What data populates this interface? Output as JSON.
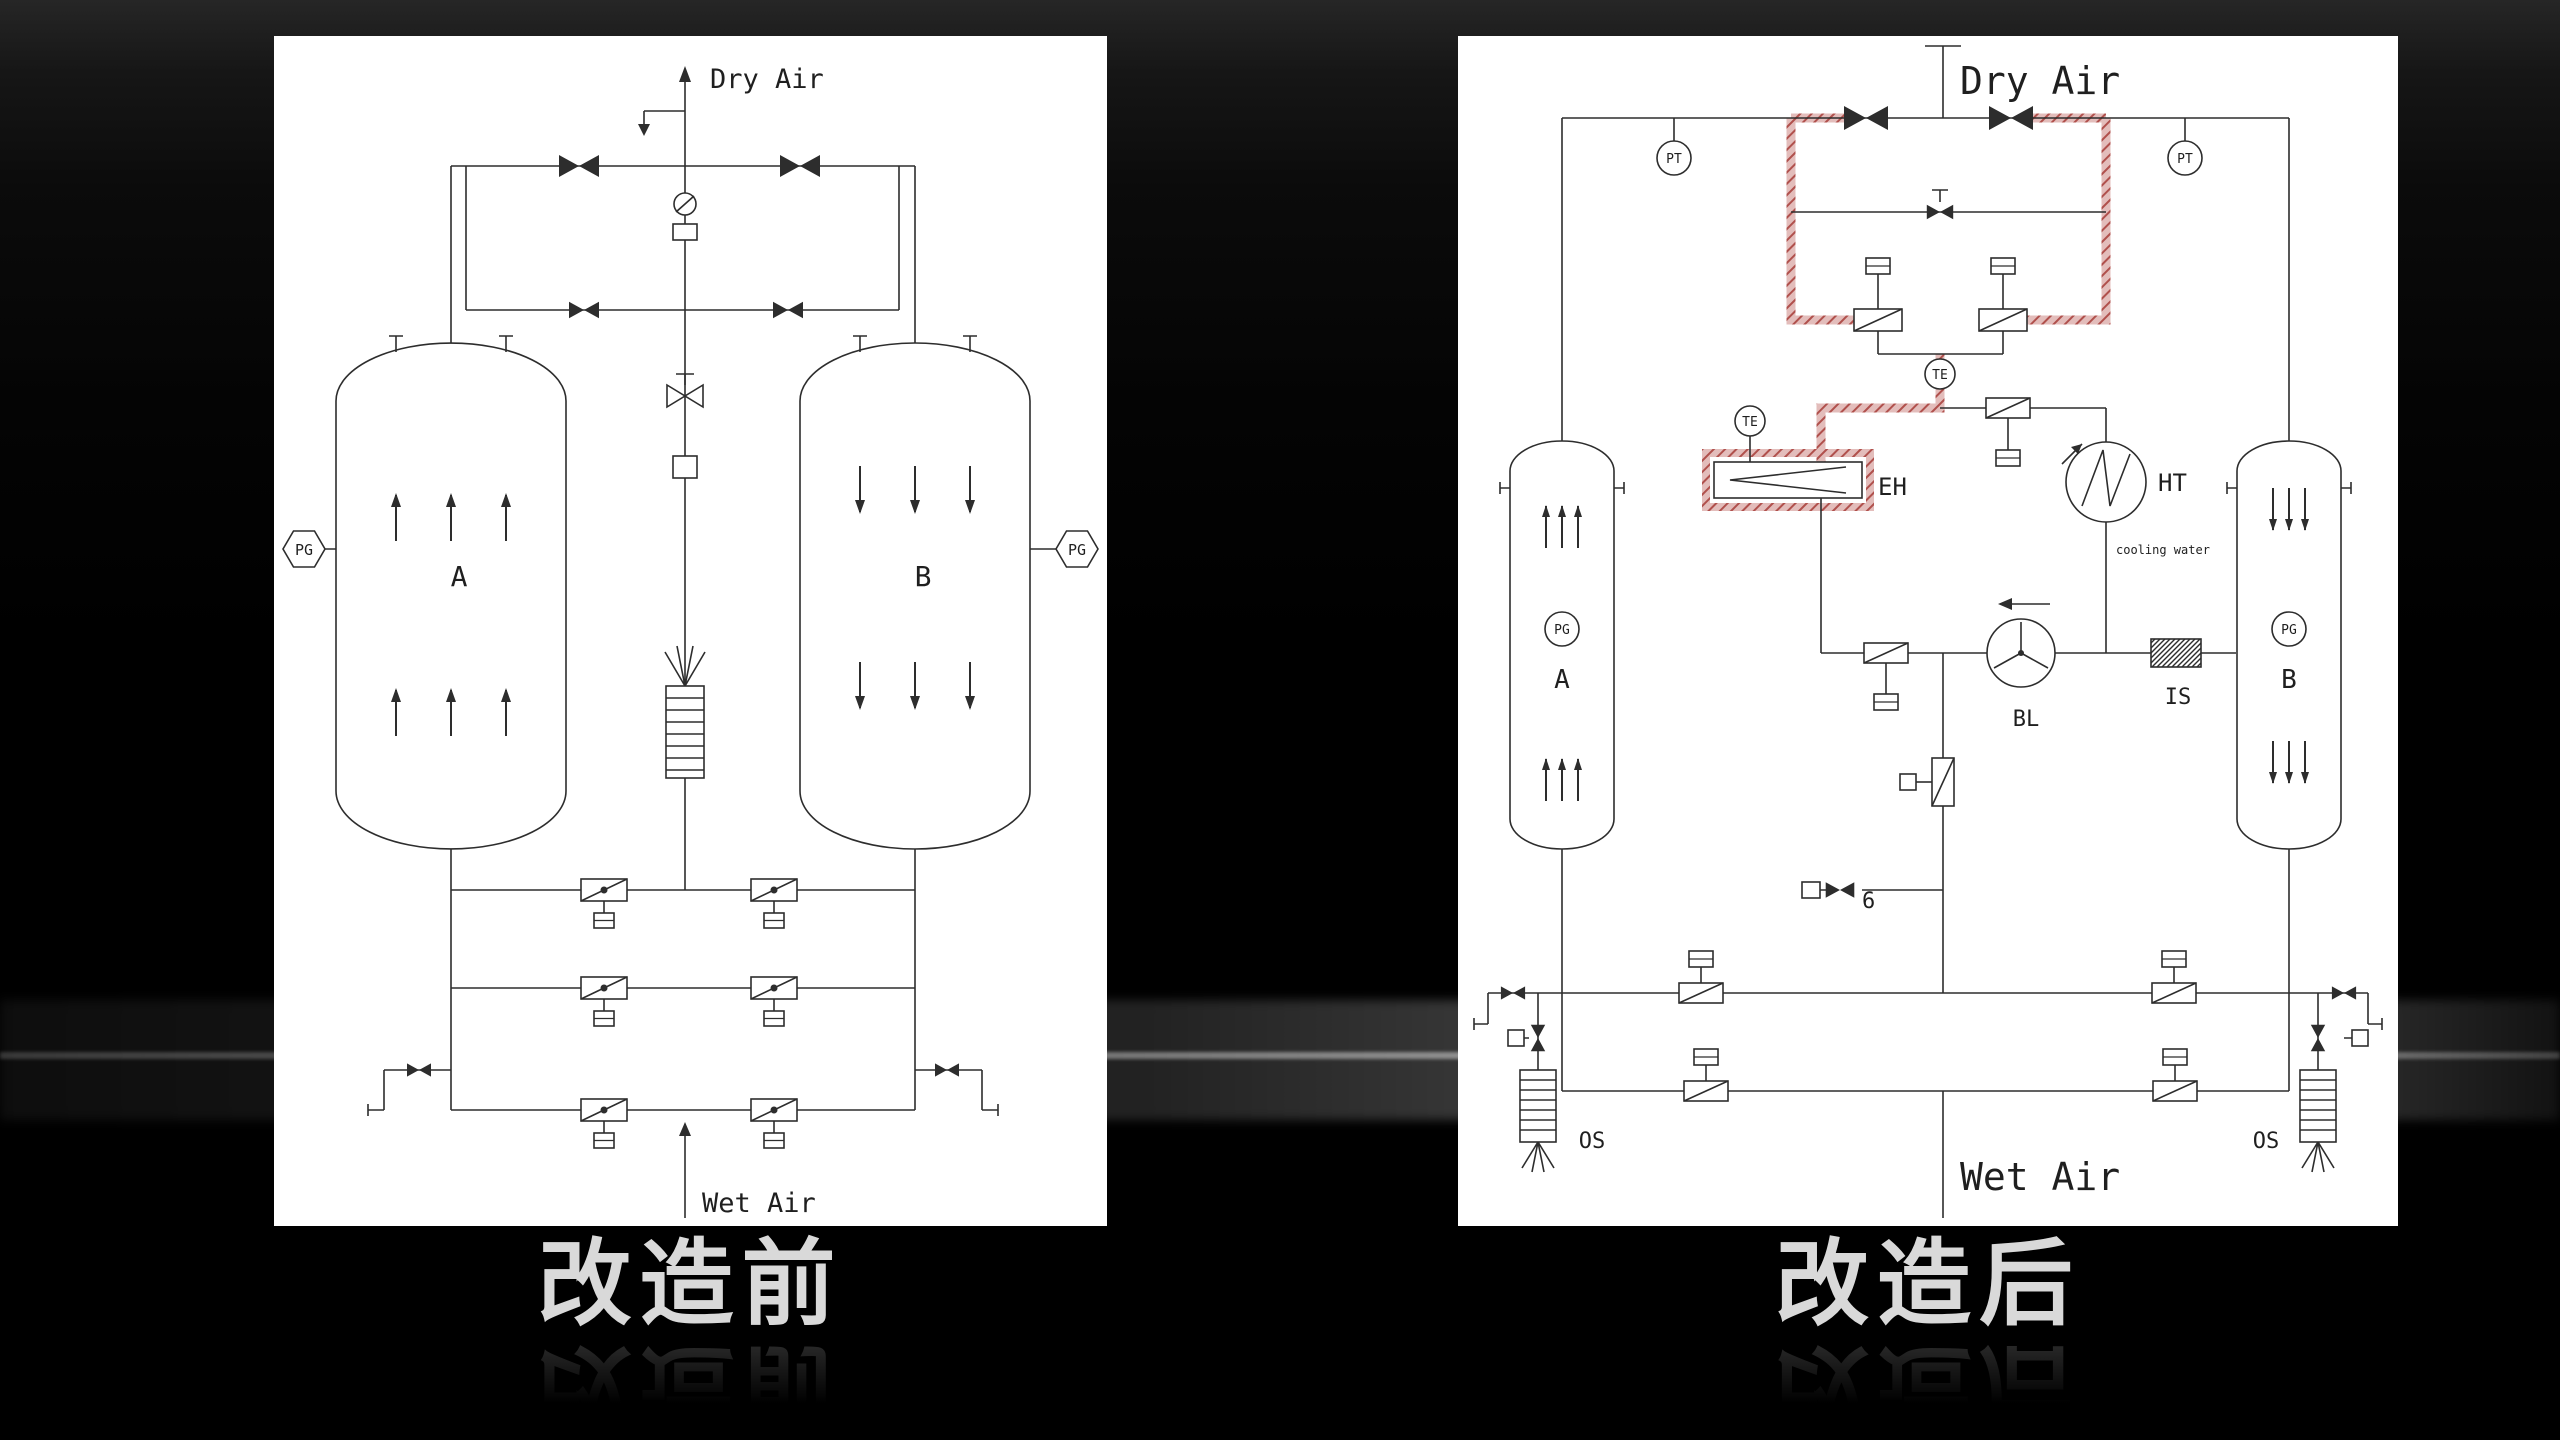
{
  "slide": {
    "background_color": "#000000"
  },
  "left": {
    "caption": "改造前",
    "labels": {
      "dry_air": "Dry Air",
      "wet_air": "Wet Air",
      "pg_left": "PG",
      "pg_right": "PG",
      "vessel_a": "A",
      "vessel_b": "B"
    },
    "colors": {
      "flow_label": "#e2231a",
      "line": "#2d2d2d",
      "panel": "#ffffff"
    }
  },
  "right": {
    "caption": "改造后",
    "labels": {
      "dry_air": "Dry Air",
      "wet_air": "Wet Air",
      "pt_left": "PT",
      "pt_right": "PT",
      "te_upper": "TE",
      "te_lower": "TE",
      "eh": "EH",
      "ht": "HT",
      "cooling_water": "cooling water",
      "bl": "BL",
      "is": "IS",
      "pg_a": "PG",
      "pg_b": "PG",
      "vessel_a": "A",
      "vessel_b": "B",
      "os_left": "OS",
      "os_right": "OS",
      "valve_no": "6"
    },
    "colors": {
      "highlight": "#b0504c",
      "line": "#2d2d2d",
      "panel": "#ffffff"
    }
  }
}
